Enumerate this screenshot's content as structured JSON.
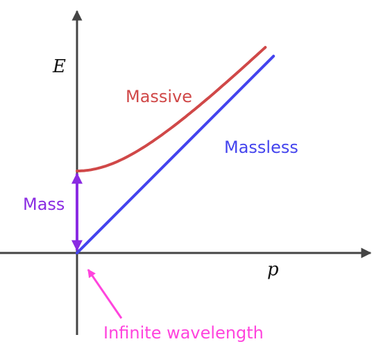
{
  "chart_data": {
    "type": "line",
    "axes": {
      "x_label": "p",
      "y_label": "E"
    },
    "mass": 1,
    "x_range": [
      -0.7,
      2.8
    ],
    "y_range": [
      -0.8,
      2.9
    ],
    "series": [
      {
        "name": "Massive",
        "color": "#d04848",
        "formula": "E = sqrt(p^2 + m^2)",
        "p_range": [
          0,
          2.3
        ]
      },
      {
        "name": "Massless",
        "color": "#4444ee",
        "formula": "E = p",
        "p_range": [
          0,
          2.4
        ]
      }
    ],
    "annotations": [
      {
        "text": "Mass",
        "color": "#8a2be2",
        "from": [
          0,
          0
        ],
        "to": [
          0,
          1
        ],
        "arrow": "both"
      },
      {
        "text": "Infinite wavelength",
        "color": "#ff44dd",
        "points_to": [
          0,
          0
        ]
      }
    ]
  }
}
